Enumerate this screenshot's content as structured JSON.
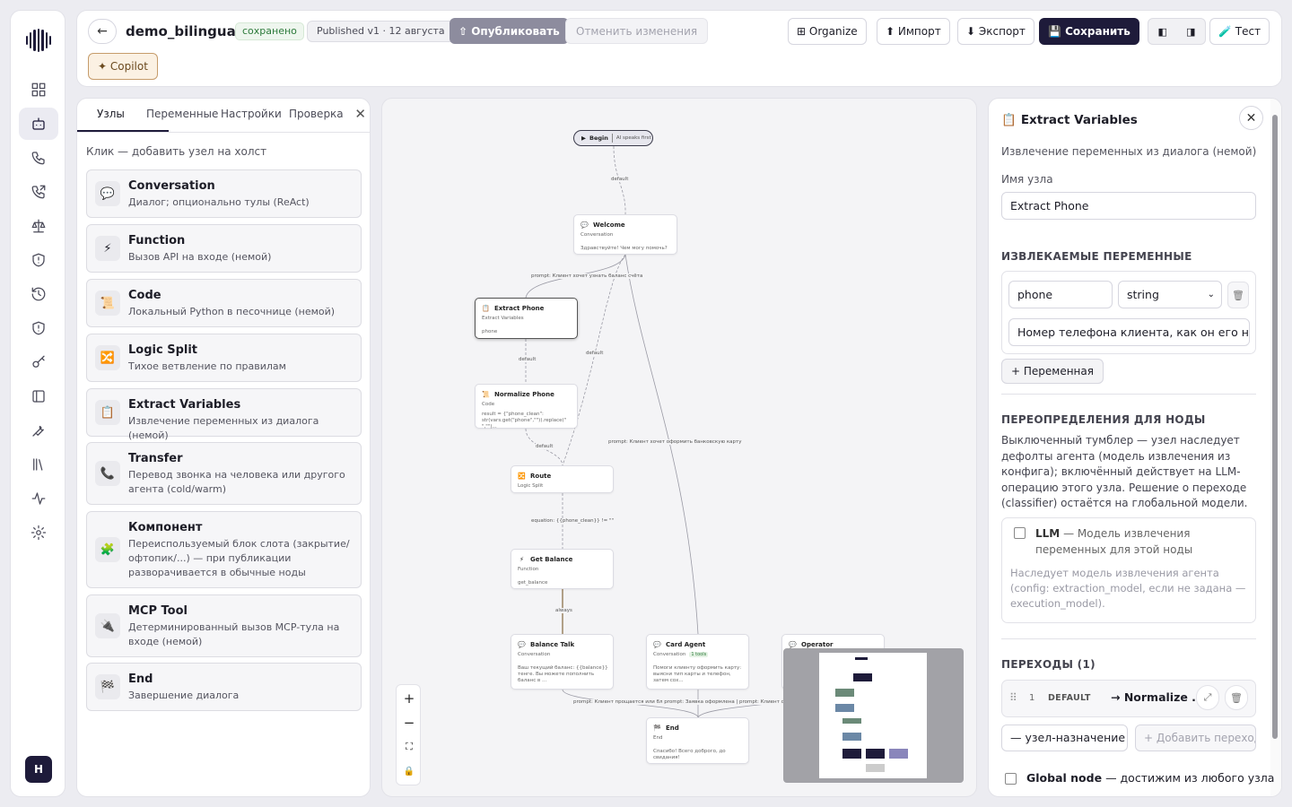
{
  "header": {
    "back": "←",
    "title": "demo_bilingual",
    "saved": "сохранено",
    "published": "Published v1 · 12 августа",
    "publish": "⇧ Опубликовать",
    "cancel": "Отменить изменения",
    "organize": "⊞ Organize",
    "import": "⬆ Импорт",
    "export": "⬇ Экспорт",
    "save": "💾 Сохранить",
    "test": "🧪 Тест",
    "copilot": "✦ Copilot"
  },
  "rail": {
    "avatar": "H",
    "items": [
      "dashboard-icon",
      "bot-icon",
      "phone-icon",
      "phone-forward-icon",
      "scale-icon",
      "shield-icon",
      "history-icon",
      "shield-check-icon",
      "key-icon",
      "book-icon",
      "wrench-icon",
      "library-icon",
      "activity-icon",
      "gear-icon"
    ]
  },
  "palette": {
    "tabs": [
      "Узлы",
      "Переменные",
      "Настройки",
      "Проверка"
    ],
    "hint": "Клик — добавить узел на холст",
    "cards": [
      {
        "name": "Conversation",
        "desc": "Диалог; опционально тулы (ReAct)",
        "icon": "💬"
      },
      {
        "name": "Function",
        "desc": "Вызов API на входе (немой)",
        "icon": "⚡"
      },
      {
        "name": "Code",
        "desc": "Локальный Python в песочнице (немой)",
        "icon": "📜"
      },
      {
        "name": "Logic Split",
        "desc": "Тихое ветвление по правилам",
        "icon": "🔀"
      },
      {
        "name": "Extract Variables",
        "desc": "Извлечение переменных из диалога (немой)",
        "icon": "📋"
      },
      {
        "name": "Transfer",
        "desc": "Перевод звонка на человека или другого агента (cold/warm)",
        "icon": "📞"
      },
      {
        "name": "Компонент",
        "desc": "Переиспользуемый блок слота (закрытие/офтопик/...) — при публикации разворачивается в обычные ноды",
        "icon": "🧩"
      },
      {
        "name": "MCP Tool",
        "desc": "Детерминированный вызов MCP-тула на входе (немой)",
        "icon": "🔌"
      },
      {
        "name": "End",
        "desc": "Завершение диалога",
        "icon": "🏁"
      }
    ]
  },
  "canvas": {
    "begin": {
      "label": "Begin",
      "sub": "AI speaks first"
    },
    "nodes": [
      {
        "title": "Welcome",
        "type": "Conversation",
        "body": "Здравствуйте! Чем могу помочь?"
      },
      {
        "title": "Extract Phone",
        "type": "Extract Variables",
        "body": "phone"
      },
      {
        "title": "Normalize Phone",
        "type": "Code",
        "body": "result = {\"phone_clean\": str(vars.get(\"phone\",\"\")).replace(\" \",\"\")..."
      },
      {
        "title": "Route",
        "type": "Logic Split",
        "body": ""
      },
      {
        "title": "Get Balance",
        "type": "Function",
        "body": "get_balance"
      },
      {
        "title": "Balance Talk",
        "type": "Conversation",
        "body": "Ваш текущий баланс: {{balance}} тенге. Вы можете пополнить баланс в ..."
      },
      {
        "title": "Card Agent",
        "type": "Conversation",
        "badge": "1 tools",
        "body": "Помоги клиенту оформить карту: выясни тип карты и телефон, затем сох..."
      },
      {
        "title": "Operator",
        "type": "",
        "body": ""
      },
      {
        "title": "End",
        "type": "End",
        "body": "Спасибо! Всего доброго, до свидания!"
      }
    ],
    "edges": {
      "begin_welcome": "default",
      "welcome_extract": "prompt: Клиент хочет узнать баланс счёта",
      "welcome_route": "default",
      "extract_normalize": "default",
      "welcome_card": "prompt: Клиент хочет оформить банковскую карту",
      "normalize_route": "default",
      "route_balance": "equation: {{phone_clean}} != \"\"",
      "balance_talk": "always",
      "bottom": "prompt: Клиент прощается или бл prompt: Заявка оформлена | prompt: Клиент согласился ждать"
    },
    "zoom": {
      "plus": "+",
      "minus": "−",
      "fit": "⛶",
      "lock": "🔒"
    }
  },
  "inspector": {
    "title": "Extract Variables",
    "subtitle": "Извлечение переменных из диалога (немой)",
    "node_name_label": "Имя узла",
    "node_name": "Extract Phone",
    "vars_heading": "ИЗВЛЕКАЕМЫЕ ПЕРЕМЕННЫЕ",
    "var_name": "phone",
    "var_type": "string",
    "var_desc": "Номер телефона клиента, как он его назвал",
    "add_var": "+ Переменная",
    "overrides_heading": "ПЕРЕОПРЕДЕЛЕНИЯ ДЛЯ НОДЫ",
    "overrides_text": "Выключенный тумблер — узел наследует дефолты агента (модель извлечения из конфига); включённый действует на LLM-операцию этого узла. Решение о переходе (classifier) остаётся на глобальной модели.",
    "llm_label": "LLM",
    "llm_desc": "— Модель извлечения переменных для этой ноды",
    "llm_note": "Наследует модель извлечения агента (config: extraction_model, если не задана — execution_model).",
    "transitions_heading": "ПЕРЕХОДЫ (1)",
    "transition_index": "1",
    "transition_kind": "DEFAULT",
    "transition_target": "→ Normalize ...",
    "target_select": "— узел-назначение —",
    "add_transition": "+ Добавить переход",
    "global_label": "Global node",
    "global_desc": "— достижим из любого узла"
  },
  "colors": {
    "primary": "#1e1b3a",
    "accent": "#8d8c9e",
    "saved_green": "#2c7a3a"
  }
}
